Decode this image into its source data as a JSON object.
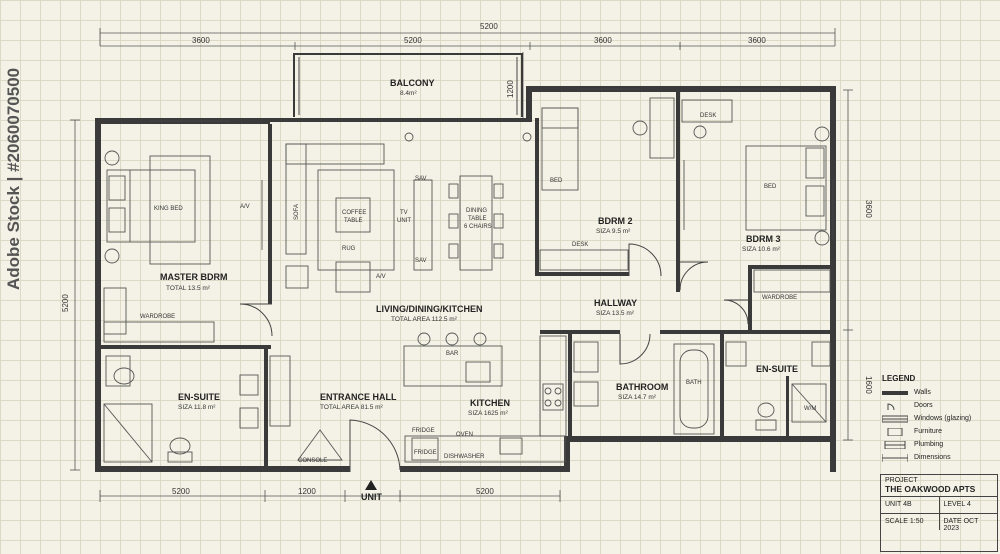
{
  "watermark": "Adobe Stock | #2060070500",
  "dimensions": {
    "top_overall": "5200",
    "top_segments": [
      "3600",
      "5200",
      "3600",
      "3600"
    ],
    "bottom_segments": [
      "5200",
      "1200",
      "5200"
    ],
    "left": "5200",
    "right_upper": "3600",
    "right_lower": "1600",
    "balcony_side": "1200"
  },
  "rooms": {
    "balcony": {
      "name": "BALCONY",
      "size": "8.4m²"
    },
    "master": {
      "name": "MASTER BDRM",
      "size": "TOTAL  13.5 m²"
    },
    "living": {
      "name": "LIVING/DINING/KITCHEN",
      "size": "TOTAL AREA  112.5 m²"
    },
    "bdrm2": {
      "name": "BDRM 2",
      "size": "SIZA  9.5 m²"
    },
    "bdrm3": {
      "name": "BDRM 3",
      "size": "SIZA  10.6 m²"
    },
    "hallway": {
      "name": "HALLWAY",
      "size": "SIZA  13.5 m²"
    },
    "ensuite_left": {
      "name": "EN-SUITE",
      "size": "SIZA  11.8 m²"
    },
    "entrance": {
      "name": "ENTRANCE HALL",
      "size": "TOTAL AREA  81.5 m²"
    },
    "kitchen": {
      "name": "KITCHEN",
      "size": "SIZA  1625 m²"
    },
    "bathroom": {
      "name": "BATHROOM",
      "size": "SIZA  14.7 m²"
    },
    "ensuite_right": {
      "name": "EN-SUITE",
      "size": ""
    }
  },
  "furniture": {
    "king_bed": "KING BED",
    "sofa": "SOFA",
    "coffee_table_1": "COFFEE",
    "coffee_table_2": "TABLE",
    "rug": "RUG",
    "tv_unit_1": "TV",
    "tv_unit_2": "UNIT",
    "dining_1": "DINING",
    "dining_2": "TABLE",
    "dining_3": "6 CHAIRS",
    "bed2": "BED",
    "bed3": "BED",
    "desk_top": "DESK",
    "desk_bdrm2": "DESK",
    "wardrobe_left": "WARDROBE",
    "wardrobe_right": "WARDROBE",
    "bar": "BAR",
    "fridge_1": "FRIDGE",
    "fridge_2": "FRIDGE",
    "oven": "OVEN",
    "dishwasher": "DISHWASHER",
    "console": "CONSOLE",
    "bath": "BATH",
    "wm": "W/M",
    "sav_1": "SAV",
    "sav_2": "SAV",
    "av_1": "A/V",
    "av_2": "A/V"
  },
  "unit_marker": "UNIT",
  "legend": {
    "title": "LEGEND",
    "items": [
      "Walls",
      "Doors",
      "Windows (glazing)",
      "Furniture",
      "Plumbing",
      "Dimensions"
    ]
  },
  "title_block": {
    "project_label": "PROJECT",
    "project_name": "THE OAKWOOD APTS",
    "unit": "UNIT 4B",
    "level": "LEVEL 4",
    "scale": "SCALE 1:50",
    "date": "DATE OCT 2023"
  }
}
